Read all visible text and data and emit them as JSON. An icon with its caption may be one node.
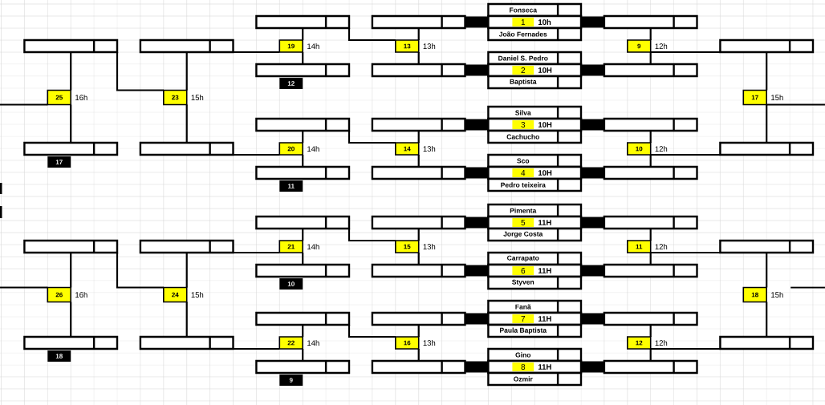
{
  "diagram": {
    "nodes": [
      {
        "text": [
          "Fonseca"
        ]
      },
      {
        "text": [],
        "shape": "box"
      },
      {
        "text": [
          "1"
        ],
        "beside": [
          "10h"
        ],
        "in": 1
      },
      {
        "text": [
          "João Fernades"
        ]
      },
      {
        "text": [],
        "shape": "box"
      },
      {
        "text": [],
        "shape": "box"
      },
      {
        "text": [
          "Daniel S. Pedro"
        ]
      },
      {
        "text": [],
        "shape": "box"
      },
      {
        "text": [
          "2"
        ],
        "beside": [
          "10H"
        ],
        "in": 7
      },
      {
        "text": [
          "Baptista"
        ]
      },
      {
        "text": [],
        "shape": "box"
      },
      {
        "text": [],
        "shape": "box"
      },
      {
        "text": [
          "Silva"
        ]
      },
      {
        "text": [],
        "shape": "box"
      },
      {
        "text": [
          "3"
        ],
        "beside": [
          "10H"
        ],
        "in": 13
      },
      {
        "text": [
          "Cachucho"
        ]
      },
      {
        "text": [],
        "shape": "box"
      },
      {
        "text": [],
        "shape": "box"
      },
      {
        "text": [
          "Sco"
        ]
      },
      {
        "text": [],
        "shape": "box"
      },
      {
        "text": [
          "4"
        ],
        "beside": [
          "10H"
        ],
        "in": 19
      },
      {
        "text": [
          "Pedro teixeira"
        ]
      },
      {
        "text": [],
        "shape": "box"
      },
      {
        "text": [],
        "shape": "box"
      },
      {
        "text": [
          "Pimenta"
        ]
      },
      {
        "text": [],
        "shape": "box"
      },
      {
        "text": [
          "5"
        ],
        "beside": [
          "11H"
        ],
        "in": 25
      },
      {
        "text": [
          "Jorge Costa"
        ]
      },
      {
        "text": [],
        "shape": "box"
      },
      {
        "text": [],
        "shape": "box"
      },
      {
        "text": [
          "Carrapato"
        ]
      },
      {
        "text": [],
        "shape": "box"
      },
      {
        "text": [
          "6"
        ],
        "beside": [
          "11H"
        ],
        "in": 31
      },
      {
        "text": [
          "Styven"
        ]
      },
      {
        "text": [],
        "shape": "box"
      },
      {
        "text": [],
        "shape": "box"
      },
      {
        "text": [
          "Fanã"
        ]
      },
      {
        "text": [],
        "shape": "box"
      },
      {
        "text": [
          "7"
        ],
        "beside": [
          "11H"
        ],
        "in": 37
      },
      {
        "text": [
          "Paula Baptista"
        ]
      },
      {
        "text": [],
        "shape": "box"
      },
      {
        "text": [],
        "shape": "box"
      },
      {
        "text": [
          "Gino"
        ]
      },
      {
        "text": [],
        "shape": "box"
      },
      {
        "text": [
          "8"
        ],
        "beside": [
          "11H"
        ],
        "in": 43
      },
      {
        "text": [
          "Ozmir"
        ]
      },
      {
        "text": [],
        "shape": "box"
      },
      {
        "text": [],
        "shape": "box"
      },
      {
        "text": [
          "13"
        ],
        "beside": [
          "13h"
        ]
      },
      {
        "text": [
          "14"
        ],
        "beside": [
          "13h"
        ]
      },
      {
        "text": [
          "15"
        ],
        "beside": [
          "13h"
        ]
      },
      {
        "text": [
          "16"
        ],
        "beside": [
          "13h"
        ]
      },
      {
        "text": [
          "9"
        ],
        "beside": [
          "12h"
        ]
      },
      {
        "text": [
          "10"
        ],
        "beside": [
          "12h"
        ]
      },
      {
        "text": [
          "11"
        ],
        "beside": [
          "12h"
        ]
      },
      {
        "text": [
          "12"
        ],
        "beside": [
          "12h"
        ]
      },
      {
        "text": [],
        "shape": "box"
      },
      {
        "text": [],
        "shape": "box"
      },
      {
        "text": [],
        "shape": "box"
      },
      {
        "text": [],
        "shape": "box"
      },
      {
        "text": [
          "17"
        ],
        "beside": [
          "15h"
        ]
      },
      {
        "text": [
          "18"
        ],
        "beside": [
          "15h"
        ]
      },
      {
        "text": [],
        "shape": "box"
      },
      {
        "text": [],
        "shape": "box"
      },
      {
        "text": [],
        "shape": "box"
      },
      {
        "text": [],
        "shape": "box"
      },
      {
        "text": [],
        "shape": "box"
      },
      {
        "text": [],
        "shape": "box"
      },
      {
        "text": [],
        "shape": "box"
      },
      {
        "text": [],
        "shape": "box"
      },
      {
        "text": [
          "12"
        ]
      },
      {
        "text": [
          "11"
        ]
      },
      {
        "text": [
          "10"
        ]
      },
      {
        "text": [
          "9"
        ]
      },
      {
        "text": [
          "19"
        ],
        "beside": [
          "14h"
        ]
      },
      {
        "text": [
          "20"
        ],
        "beside": [
          "14h"
        ]
      },
      {
        "text": [
          "21"
        ],
        "beside": [
          "14h"
        ]
      },
      {
        "text": [
          "22"
        ],
        "beside": [
          "14h"
        ]
      },
      {
        "text": [],
        "shape": "box"
      },
      {
        "text": [],
        "shape": "box"
      },
      {
        "text": [],
        "shape": "box"
      },
      {
        "text": [],
        "shape": "box"
      },
      {
        "text": [
          "23"
        ],
        "beside": [
          "15h"
        ]
      },
      {
        "text": [
          "24"
        ],
        "beside": [
          "15h"
        ]
      },
      {
        "text": [],
        "shape": "box"
      },
      {
        "text": [],
        "shape": "box"
      },
      {
        "text": [],
        "shape": "box"
      },
      {
        "text": [],
        "shape": "box"
      },
      {
        "text": [
          "17"
        ]
      },
      {
        "text": [
          "18"
        ]
      },
      {
        "text": [
          "25"
        ],
        "beside": [
          "16h"
        ]
      },
      {
        "text": [
          "26"
        ],
        "beside": [
          "16h"
        ]
      }
    ],
    "edges": [
      {
        "from": 1,
        "to": 4,
        "arrow": "none",
        "style": "thick"
      },
      {
        "from": 1,
        "to": 5,
        "arrow": "none",
        "style": "thick"
      },
      {
        "from": 7,
        "to": 10,
        "arrow": "none",
        "style": "thick"
      },
      {
        "from": 7,
        "to": 11,
        "arrow": "none",
        "style": "thick"
      },
      {
        "from": 13,
        "to": 16,
        "arrow": "none",
        "style": "thick"
      },
      {
        "from": 13,
        "to": 17,
        "arrow": "none",
        "style": "thick"
      },
      {
        "from": 19,
        "to": 22,
        "arrow": "none",
        "style": "thick"
      },
      {
        "from": 19,
        "to": 23,
        "arrow": "none",
        "style": "thick"
      },
      {
        "from": 25,
        "to": 28,
        "arrow": "none",
        "style": "thick"
      },
      {
        "from": 25,
        "to": 29,
        "arrow": "none",
        "style": "thick"
      },
      {
        "from": 31,
        "to": 34,
        "arrow": "none",
        "style": "thick"
      },
      {
        "from": 31,
        "to": 35,
        "arrow": "none",
        "style": "thick"
      },
      {
        "from": 37,
        "to": 40,
        "arrow": "none",
        "style": "thick"
      },
      {
        "from": 37,
        "to": 41,
        "arrow": "none",
        "style": "thick"
      },
      {
        "from": 43,
        "to": 46,
        "arrow": "none",
        "style": "thick"
      },
      {
        "from": 43,
        "to": 47,
        "arrow": "none",
        "style": "thick"
      },
      {
        "from": 4,
        "to": 48,
        "arrow": "none"
      },
      {
        "from": 10,
        "to": 48,
        "arrow": "none"
      },
      {
        "from": 48,
        "to": 62,
        "arrow": "none"
      },
      {
        "from": 62,
        "to": 74,
        "arrow": "none"
      },
      {
        "from": 63,
        "to": 74,
        "arrow": "none"
      },
      {
        "from": 74,
        "to": 78,
        "arrow": "none"
      },
      {
        "from": 5,
        "to": 52,
        "arrow": "none"
      },
      {
        "from": 11,
        "to": 52,
        "arrow": "none"
      },
      {
        "from": 52,
        "to": 56,
        "arrow": "none"
      },
      {
        "from": 16,
        "to": 49,
        "arrow": "none"
      },
      {
        "from": 22,
        "to": 49,
        "arrow": "none"
      },
      {
        "from": 49,
        "to": 64,
        "arrow": "none"
      },
      {
        "from": 64,
        "to": 75,
        "arrow": "none"
      },
      {
        "from": 65,
        "to": 75,
        "arrow": "none"
      },
      {
        "from": 75,
        "to": 79,
        "arrow": "none"
      },
      {
        "from": 17,
        "to": 53,
        "arrow": "none"
      },
      {
        "from": 23,
        "to": 53,
        "arrow": "none"
      },
      {
        "from": 53,
        "to": 57,
        "arrow": "none"
      },
      {
        "from": 28,
        "to": 50,
        "arrow": "none"
      },
      {
        "from": 34,
        "to": 50,
        "arrow": "none"
      },
      {
        "from": 50,
        "to": 66,
        "arrow": "none"
      },
      {
        "from": 66,
        "to": 76,
        "arrow": "none"
      },
      {
        "from": 67,
        "to": 76,
        "arrow": "none"
      },
      {
        "from": 76,
        "to": 80,
        "arrow": "none"
      },
      {
        "from": 29,
        "to": 54,
        "arrow": "none"
      },
      {
        "from": 35,
        "to": 54,
        "arrow": "none"
      },
      {
        "from": 54,
        "to": 58,
        "arrow": "none"
      },
      {
        "from": 40,
        "to": 51,
        "arrow": "none"
      },
      {
        "from": 46,
        "to": 51,
        "arrow": "none"
      },
      {
        "from": 51,
        "to": 68,
        "arrow": "none"
      },
      {
        "from": 68,
        "to": 77,
        "arrow": "none"
      },
      {
        "from": 69,
        "to": 77,
        "arrow": "none"
      },
      {
        "from": 77,
        "to": 81,
        "arrow": "none"
      },
      {
        "from": 41,
        "to": 55,
        "arrow": "none"
      },
      {
        "from": 47,
        "to": 55,
        "arrow": "none"
      },
      {
        "from": 55,
        "to": 59,
        "arrow": "none"
      },
      {
        "from": 78,
        "to": 82,
        "arrow": "none"
      },
      {
        "from": 79,
        "to": 82,
        "arrow": "none"
      },
      {
        "from": 82,
        "to": 84,
        "arrow": "none"
      },
      {
        "from": 84,
        "to": 90,
        "arrow": "none"
      },
      {
        "from": 85,
        "to": 90,
        "arrow": "none"
      },
      {
        "from": 90,
        "to": null,
        "arrow": "none"
      },
      {
        "from": 56,
        "to": 60,
        "arrow": "none"
      },
      {
        "from": 57,
        "to": 60,
        "arrow": "none"
      },
      {
        "from": 60,
        "to": null,
        "arrow": "none"
      },
      {
        "from": 80,
        "to": 83,
        "arrow": "none"
      },
      {
        "from": 81,
        "to": 83,
        "arrow": "none"
      },
      {
        "from": 83,
        "to": 86,
        "arrow": "none"
      },
      {
        "from": 86,
        "to": 91,
        "arrow": "none"
      },
      {
        "from": 87,
        "to": 91,
        "arrow": "none"
      },
      {
        "from": 91,
        "to": null,
        "arrow": "none"
      },
      {
        "from": 58,
        "to": 61,
        "arrow": "none"
      },
      {
        "from": 59,
        "to": 61,
        "arrow": "none"
      },
      {
        "from": 61,
        "to": null,
        "arrow": "none"
      }
    ]
  }
}
